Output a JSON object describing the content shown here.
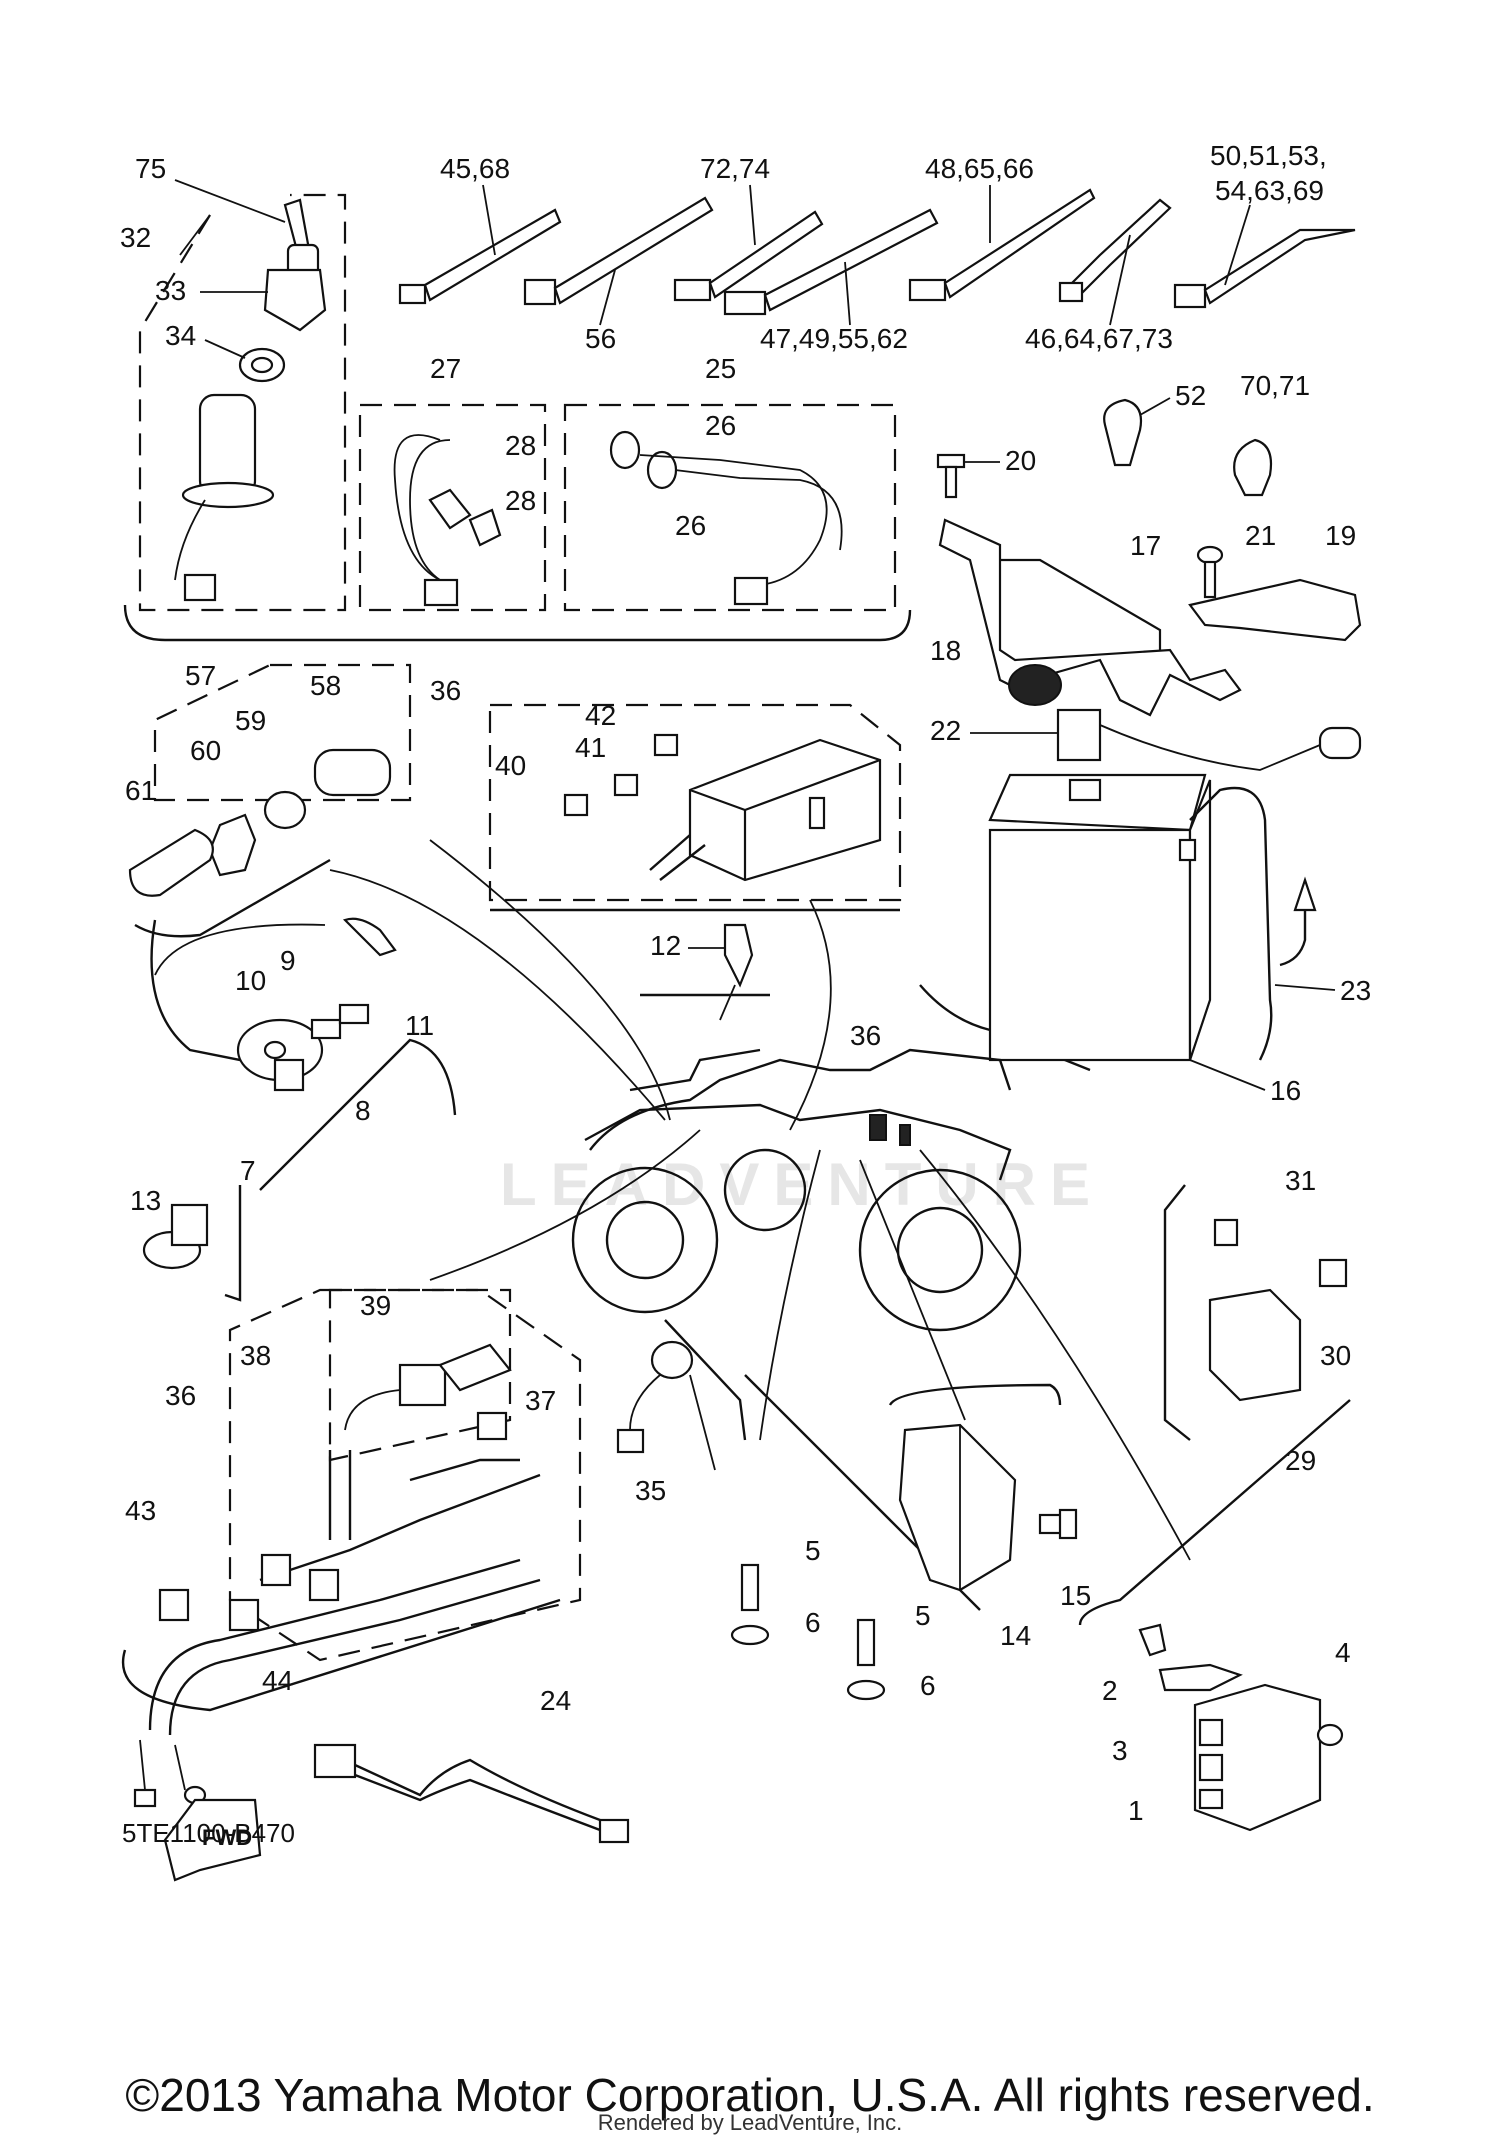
{
  "diagram": {
    "code": "5TE1100-B470",
    "watermark": "LEADVENTURE",
    "fwd_label": "FWD"
  },
  "footer": {
    "copyright": "©2013 Yamaha Motor Corporation, U.S.A. All rights reserved.",
    "rendered_by": "Rendered by LeadVenture, Inc."
  },
  "callouts": [
    "75",
    "32",
    "33",
    "34",
    "45,68",
    "56",
    "72,74",
    "47,49,55,62",
    "48,65,66",
    "46,64,67,73",
    "50,51,53,",
    "54,63,69",
    "27",
    "28",
    "28",
    "25",
    "26",
    "26",
    "52",
    "70,71",
    "20",
    "21",
    "19",
    "17",
    "18",
    "22",
    "23",
    "16",
    "57",
    "58",
    "59",
    "60",
    "61",
    "36",
    "42",
    "41",
    "40",
    "12",
    "9",
    "10",
    "11",
    "8",
    "7",
    "36",
    "13",
    "31",
    "30",
    "29",
    "39",
    "38",
    "37",
    "36",
    "35",
    "5",
    "6",
    "5",
    "6",
    "15",
    "14",
    "43",
    "44",
    "24",
    "2",
    "4",
    "3",
    "1"
  ]
}
